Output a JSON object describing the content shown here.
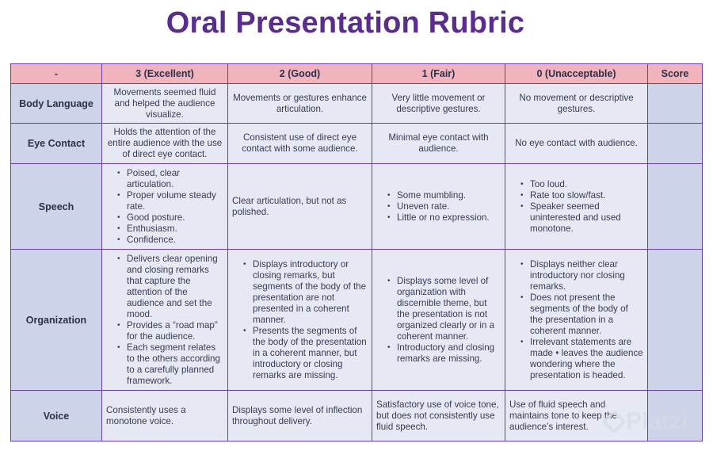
{
  "title": "Oral Presentation Rubric",
  "header": [
    "-",
    "3 (Excellent)",
    "2 (Good)",
    "1 (Fair)",
    "0 (Unacceptable)",
    "Score"
  ],
  "rows": {
    "body_language": {
      "label": "Body Language",
      "excellent": "Movements seemed fluid and helped the audience visualize.",
      "good": "Movements or gestures enhance articulation.",
      "fair": "Very little movement or descriptive gestures.",
      "unacceptable": "No movement or descriptive gestures.",
      "score": ""
    },
    "eye_contact": {
      "label": "Eye Contact",
      "excellent": "Holds the attention of the entire audience with the use of direct eye contact.",
      "good": "Consistent use of direct eye contact with some audience.",
      "fair": "Minimal eye contact with audience.",
      "unacceptable": "No eye contact with audience.",
      "score": ""
    },
    "speech": {
      "label": "Speech",
      "excellent": [
        "Poised, clear articulation.",
        "Proper volume steady rate.",
        "Good posture.",
        "Enthusiasm.",
        "Confidence."
      ],
      "good": "Clear articulation, but not as polished.",
      "fair": [
        "Some mumbling.",
        "Uneven rate.",
        "Little or no expression."
      ],
      "unacceptable": [
        "Too loud.",
        "Rate too slow/fast.",
        "Speaker seemed uninterested and used monotone."
      ],
      "score": ""
    },
    "organization": {
      "label": "Organization",
      "excellent": [
        "Delivers clear opening and closing remarks that capture the attention of the audience and set the mood.",
        "Provides a “road map” for the audience.",
        "Each segment relates to the others according to a carefully planned framework."
      ],
      "good": [
        "Displays introductory or closing remarks, but segments of the body of the presentation are not presented in a coherent manner.",
        "Presents the segments of the body of the presentation in a coherent manner, but introductory or closing remarks are missing."
      ],
      "fair": [
        "Displays some level of organization with discernible theme, but the presentation is not organized clearly or in a coherent manner.",
        "Introductory and closing remarks are missing."
      ],
      "unacceptable": [
        "Displays neither clear introductory nor closing remarks.",
        "Does not present the segments of the body of the presentation in a coherent manner.",
        "Irrelevant statements are made • leaves the audience wondering where the presentation is headed."
      ],
      "score": ""
    },
    "voice": {
      "label": "Voice",
      "excellent": "Consistently uses a monotone voice.",
      "good": "Displays some level of inflection throughout delivery.",
      "fair": "Satisfactory use of voice tone, but does not consistently use fluid speech.",
      "unacceptable": "Use of fluid speech and maintains tone to keep the audience’s interest.",
      "score": ""
    }
  },
  "watermark": "Platzi",
  "colors": {
    "title": "#5a2d8c",
    "header_bg": "#f1b4bc",
    "label_bg": "#cdd3e8",
    "cell_bg": "#e6e9f3",
    "border": "#6a3fa3"
  }
}
